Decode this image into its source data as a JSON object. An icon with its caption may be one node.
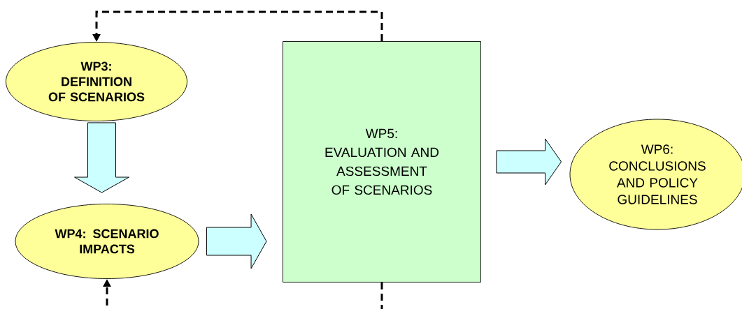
{
  "diagram": {
    "nodes": [
      {
        "text": [
          "WP3: DEFINITION OF SCENARIOS"
        ]
      },
      {
        "text": [
          "WP4: SCENARIO IMPACTS"
        ]
      },
      {
        "text": [
          "WP5: EVALUATION AND ASSESSMENT OF SCENARIOS"
        ]
      },
      {
        "text": [
          "WP6: CONCLUSIONS AND POLICY GUIDELINES"
        ]
      }
    ],
    "edges": [
      {
        "from": 0,
        "to": 1,
        "arrow": "to"
      },
      {
        "from": 1,
        "to": 2,
        "arrow": "to"
      },
      {
        "from": 2,
        "to": 3,
        "arrow": "to"
      },
      {
        "from": 2,
        "to": 0,
        "arrow": "to",
        "style": "dashed",
        "color": "#000000"
      },
      {
        "from": 2,
        "to": 1,
        "arrow": "to",
        "style": "dashed",
        "color": "#000000"
      }
    ]
  }
}
